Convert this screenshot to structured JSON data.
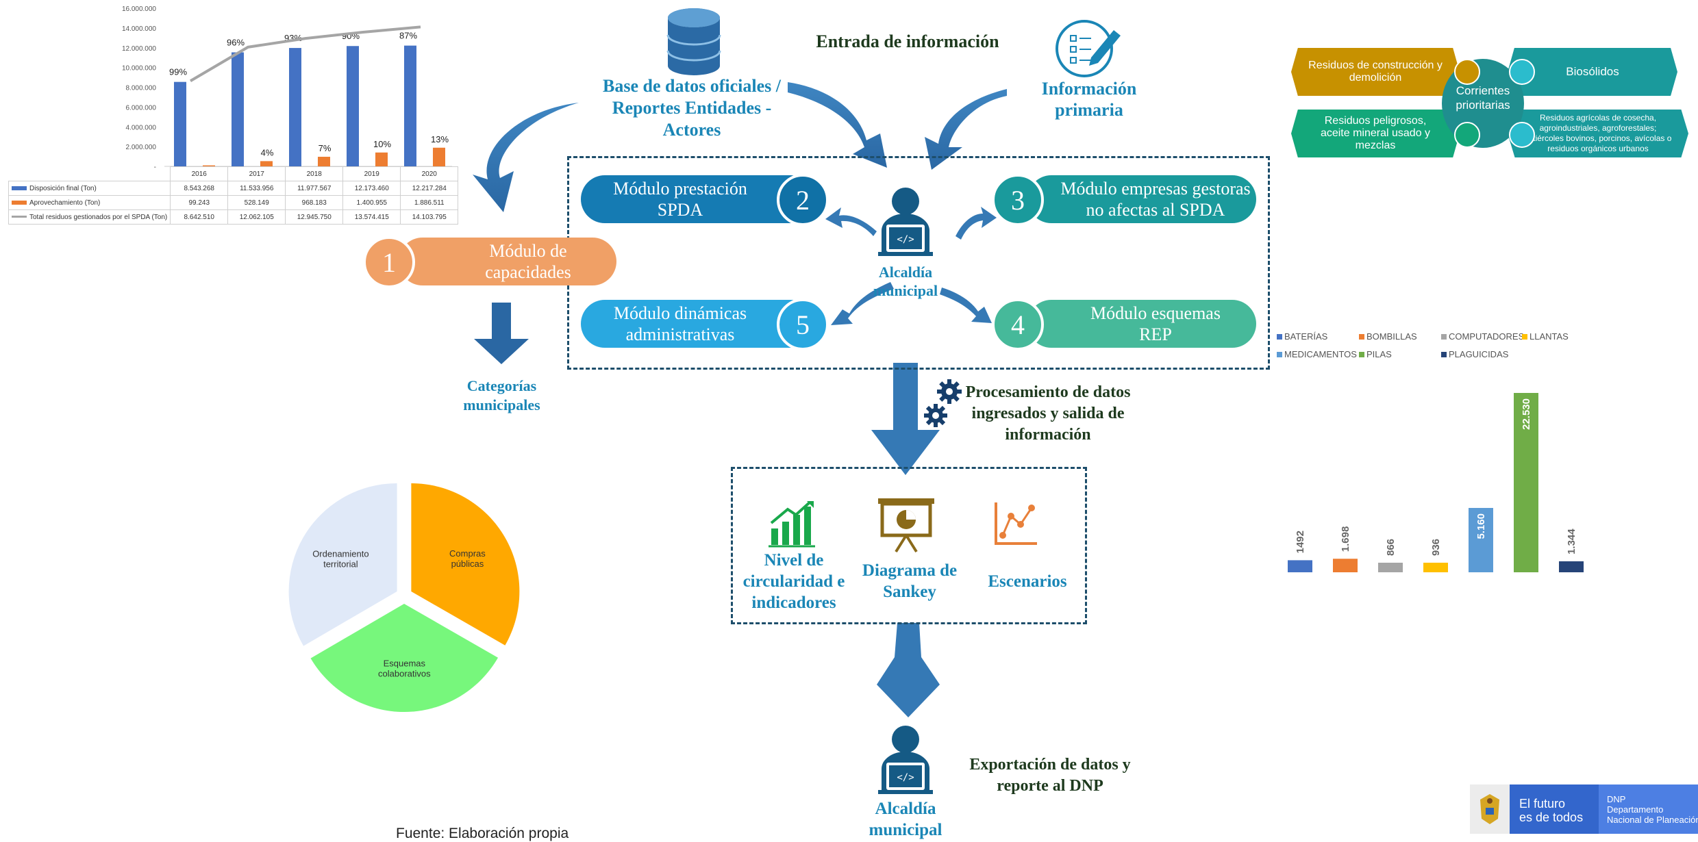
{
  "header": {
    "title": "Entrada de información"
  },
  "sources": {
    "databases": "Base de datos oficiales / Reportes Entidades - Actores",
    "primary": "Información primaria"
  },
  "modules": {
    "m1": {
      "number": "1",
      "label": "Módulo de capacidades",
      "color": "#f0a066"
    },
    "m2": {
      "number": "2",
      "label": "Módulo prestación SPDA",
      "color": "#157bb3"
    },
    "m3": {
      "number": "3",
      "label": "Módulo empresas gestoras no afectas al SPDA",
      "color": "#1a9a9c"
    },
    "m4": {
      "number": "4",
      "label": "Módulo esquemas REP",
      "color": "#46b99a"
    },
    "m5": {
      "number": "5",
      "label": "Módulo dinámicas administrativas",
      "color": "#29a8e0"
    }
  },
  "alcaldia": {
    "label": "Alcaldía municipal"
  },
  "categorias": {
    "label": "Categorías municipales"
  },
  "processing": {
    "label": "Procesamiento de datos ingresados y salida de información"
  },
  "outputs": [
    {
      "label": "Nivel de circularidad e indicadores",
      "icon": "growth-chart-icon"
    },
    {
      "label": "Diagrama de Sankey",
      "icon": "presentation-pie-icon"
    },
    {
      "label": "Escenarios",
      "icon": "line-chart-icon"
    }
  ],
  "export": {
    "label": "Exportación de datos y reporte al DNP"
  },
  "alcaldia_bottom": {
    "label": "Alcaldía municipal"
  },
  "source_note": "Fuente: Elaboración propia",
  "corrientes": {
    "center": "Corrientes prioritarias",
    "items": [
      {
        "label": "Residuos de construcción y demolición",
        "color": "#c79100"
      },
      {
        "label": "Biosólidos",
        "color": "#1a9a9c"
      },
      {
        "label": "Residuos peligrosos, aceite mineral usado y mezclas",
        "color": "#13a77a"
      },
      {
        "label": "Residuos agrícolas de cosecha, agroindustriales, agroforestales; estiércoles bovinos, porcinos, avícolas o residuos orgánicos urbanos",
        "color": "#1a9a9c"
      }
    ]
  },
  "branding": {
    "line1": "El futuro",
    "line2": "es de todos",
    "org1": "DNP",
    "org2": "Departamento",
    "org3": "Nacional de Planeación"
  },
  "chart_data": [
    {
      "type": "bar",
      "categories": [
        "2016",
        "2017",
        "2018",
        "2019",
        "2020"
      ],
      "ylim": [
        0,
        16000000
      ],
      "y_ticks": [
        "16.000.000",
        "14.000.000",
        "12.000.000",
        "10.000.000",
        "8.000.000",
        "6.000.000",
        "4.000.000",
        "2.000.000",
        "-"
      ],
      "series": [
        {
          "name": "Disposición final (Ton)",
          "color": "#4472c4",
          "values": [
            8543268,
            11533956,
            11977567,
            12173460,
            12217284
          ],
          "labels": [
            "8.543.268",
            "11.533.956",
            "11.977.567",
            "12.173.460",
            "12.217.284"
          ],
          "pct": [
            "99%",
            "96%",
            "93%",
            "90%",
            "87%"
          ]
        },
        {
          "name": "Aprovechamiento (Ton)",
          "color": "#ed7d31",
          "values": [
            99243,
            528149,
            968183,
            1400955,
            1886511
          ],
          "labels": [
            "99.243",
            "528.149",
            "968.183",
            "1.400.955",
            "1.886.511"
          ],
          "pct": [
            "",
            "4%",
            "7%",
            "10%",
            "13%"
          ]
        },
        {
          "name": "Total residuos gestionados por el SPDA (Ton)",
          "color": "#a5a5a5",
          "type": "line",
          "values": [
            8642510,
            12062105,
            12945750,
            13574415,
            14103795
          ],
          "labels": [
            "8.642.510",
            "12.062.105",
            "12.945.750",
            "13.574.415",
            "14.103.795"
          ]
        }
      ]
    },
    {
      "type": "pie",
      "slices": [
        {
          "label": "Compras públicas",
          "value": 33.3,
          "color": "#ffa800"
        },
        {
          "label": "Esquemas colaborativos",
          "value": 33.3,
          "color": "#77f77c"
        },
        {
          "label": "Ordenamiento territorial",
          "value": 33.4,
          "color": "#e0e9f8"
        }
      ]
    },
    {
      "type": "bar",
      "categories": [
        "BATERÍAS",
        "BOMBILLAS",
        "COMPUTADORES",
        "LLANTAS",
        "MEDICAMENTOS",
        "PILAS",
        "PLAGUICIDAS"
      ],
      "values": [
        1492,
        1698,
        866,
        936,
        5160,
        22530,
        1344
      ],
      "labels": [
        "1492",
        "1.698",
        "866",
        "936",
        "5.160",
        "22.530",
        "1.344"
      ],
      "colors": [
        "#4472c4",
        "#ed7d31",
        "#a5a5a5",
        "#ffc000",
        "#5b9bd5",
        "#70ad47",
        "#264478"
      ],
      "ylim": [
        0,
        22530
      ]
    }
  ]
}
